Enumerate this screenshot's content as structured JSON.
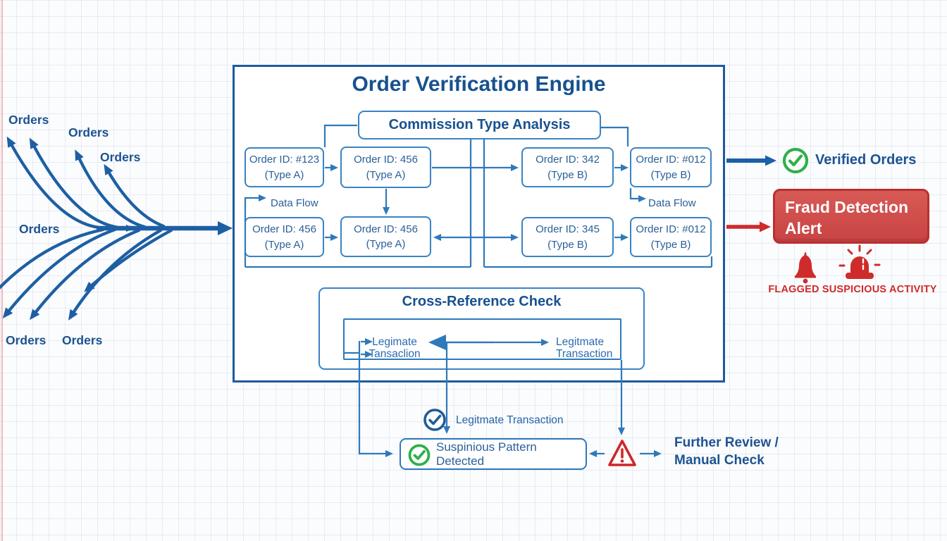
{
  "colors": {
    "navy": "#1d5a9e",
    "line_blue": "#2e79ba",
    "title_blue": "#17518f",
    "green": "#2fb04a",
    "red": "#cf2b2b",
    "fraud_bg": "#cc4a47"
  },
  "left_flow": {
    "labels": [
      "Orders",
      "Orders",
      "Orders",
      "Orders",
      "Orders",
      "Orders"
    ]
  },
  "engine": {
    "title": "Order Verification Engine",
    "commission_title": "Commission Type Analysis",
    "boxes": [
      {
        "line1": "Order ID: #123",
        "line2": "(Type A)"
      },
      {
        "line1": "Order ID: 456",
        "line2": "(Type A)"
      },
      {
        "line1": "Order ID: 342",
        "line2": "(Type B)"
      },
      {
        "line1": "Order ID: #012",
        "line2": "(Type B)"
      },
      {
        "line1": "Order ID: 456",
        "line2": "(Type A)"
      },
      {
        "line1": "Order ID: 456",
        "line2": "(Type A)"
      },
      {
        "line1": "Order ID: 345",
        "line2": "(Type B)"
      },
      {
        "line1": "Order ID: #012",
        "line2": "(Type B)"
      }
    ],
    "data_flow_left": "Data Flow",
    "data_flow_right": "Data Flow",
    "cross_reference": {
      "title": "Cross-Reference Check",
      "left_line1": "Legimate",
      "left_line2": "Tansaclion",
      "right_line1": "Legitmate",
      "right_line2": "Transaction"
    }
  },
  "bottom_flow": {
    "legit_label": "Legitmate Transaction",
    "suspicious_label": "Suspinious Pattern Detected",
    "review_line1": "Further Review /",
    "review_line2": "Manual Check"
  },
  "outputs": {
    "verified_label": "Verified Orders",
    "fraud_line1": "Fraud Detection",
    "fraud_line2": "Alert",
    "flagged_label": "FLAGGED SUSPICIOUS ACTIVITY"
  }
}
